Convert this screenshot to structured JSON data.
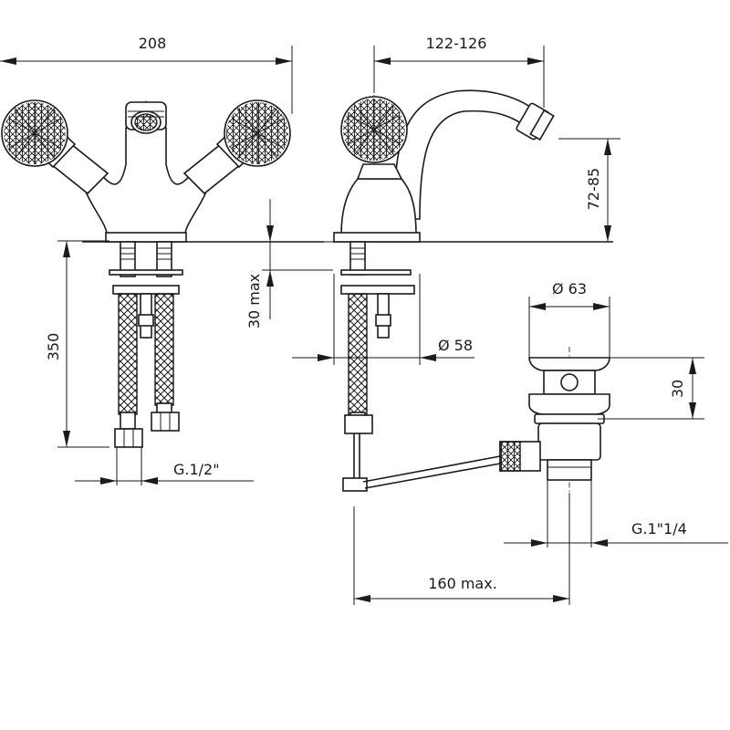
{
  "dimensions": {
    "width_front": "208",
    "reach_side": "122-126",
    "spout_height": "72-85",
    "hose_length": "350",
    "deck_thickness": "30 max",
    "deck_hole": "Ø 58",
    "thread_supply": "G.1/2\"",
    "waste_diameter": "Ø 63",
    "waste_height": "30",
    "waste_thread": "G.1\"1/4",
    "rod_length": "160 max."
  }
}
